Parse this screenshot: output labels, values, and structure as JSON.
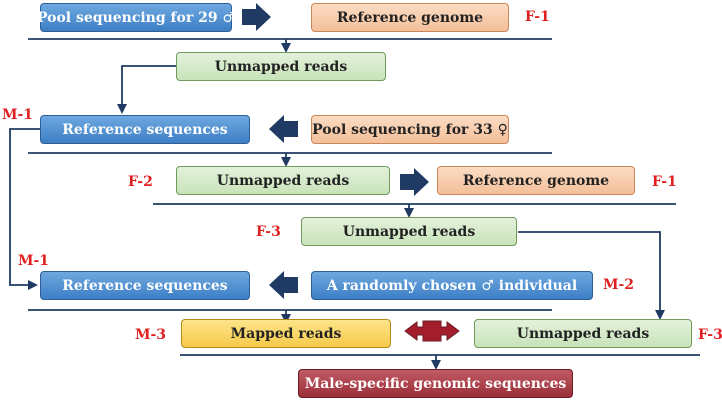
{
  "boxes": {
    "pool_male": "Pool sequencing for 29 ♂",
    "ref_genome_1": "Reference genome",
    "unmapped_1": "Unmapped reads",
    "ref_seq_1": "Reference sequences",
    "pool_female": "Pool sequencing for 33 ♀",
    "unmapped_2": "Unmapped reads",
    "ref_genome_2": "Reference genome",
    "unmapped_3": "Unmapped reads",
    "ref_seq_2": "Reference sequences",
    "random_male": "A randomly chosen ♂ individual",
    "mapped": "Mapped reads",
    "unmapped_4": "Unmapped reads",
    "male_specific": "Male-specific genomic sequences"
  },
  "labels": {
    "f1_top": "F-1",
    "m1_top": "M-1",
    "f2": "F-2",
    "f1_mid": "F-1",
    "f3_mid": "F-3",
    "m1_low": "M-1",
    "m2": "M-2",
    "m3": "M-3",
    "f3_bottom": "F-3"
  },
  "colors": {
    "blue_box": "#4a8ad0",
    "peach_box": "#f6c9a6",
    "green_box": "#d3e9c8",
    "yellow_box": "#f8d463",
    "red_box": "#a63a44",
    "label_red": "#e02020",
    "line_navy": "#1f3b63"
  }
}
